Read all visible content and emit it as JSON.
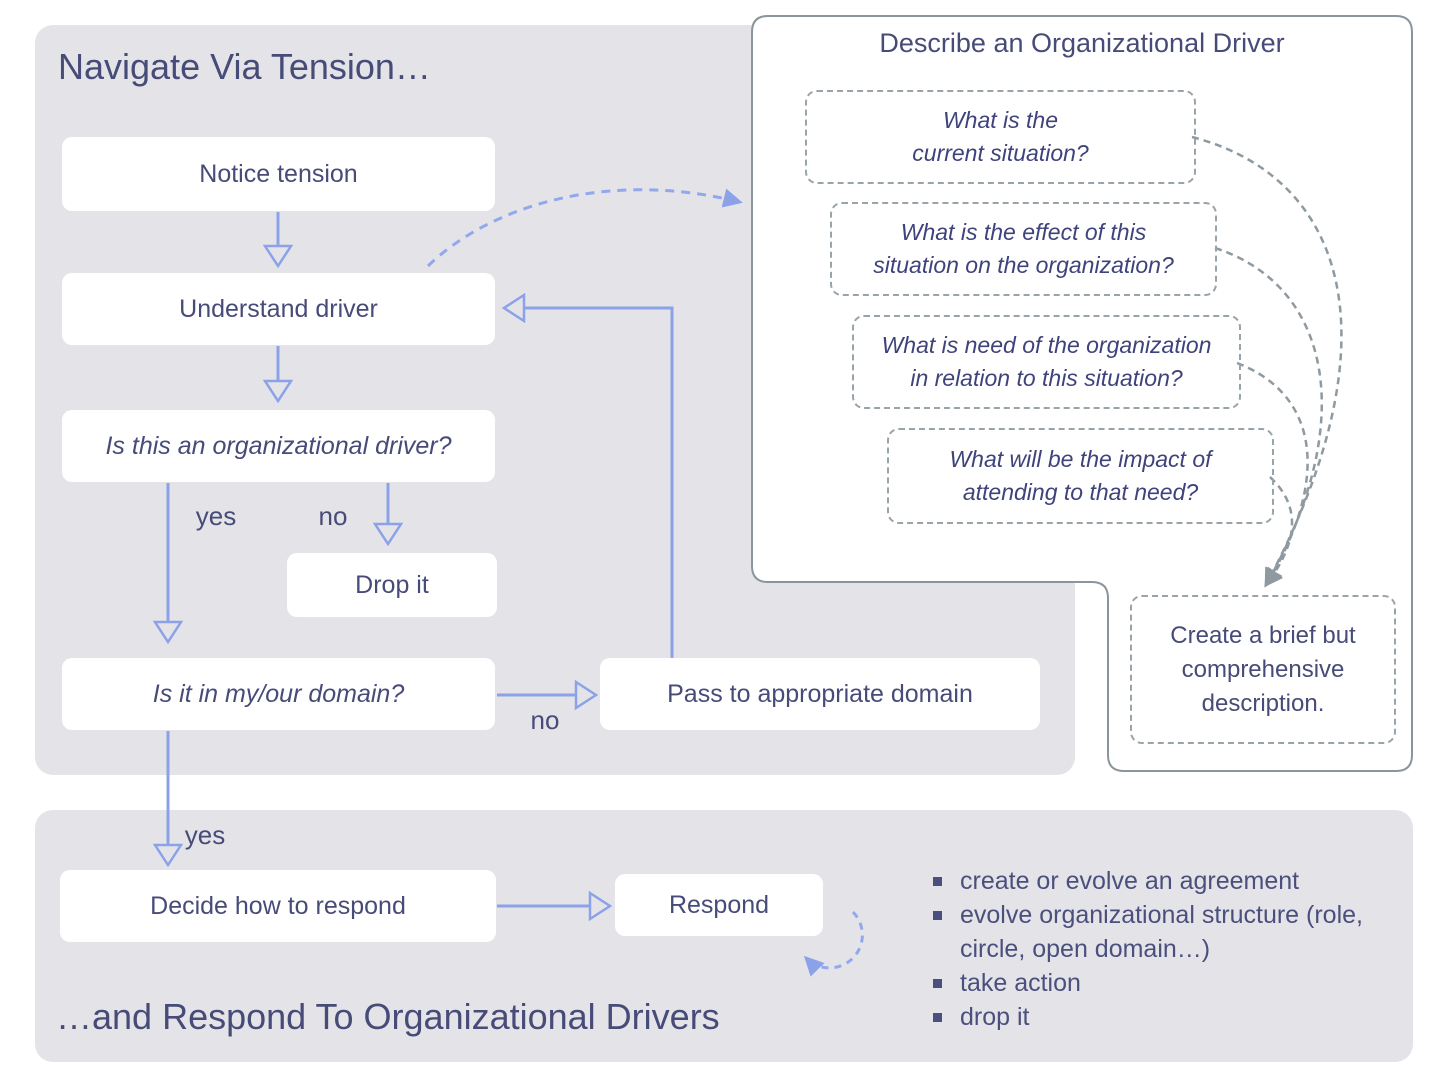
{
  "colors": {
    "ink": "#474b78",
    "arrow_blue": "#8ba2e9",
    "dashed_blue": "#92a8ee",
    "panel_gray": "#e4e4e8",
    "line_gray": "#8e99a0",
    "box_white": "#ffffff"
  },
  "nav_panel": {
    "title": "Navigate Via Tension…",
    "nodes": {
      "notice": "Notice tension",
      "understand": "Understand driver",
      "is_org_driver": "Is this an organizational driver?",
      "drop_it": "Drop it",
      "in_domain": "Is it in my/our domain?",
      "pass_domain": "Pass to appropriate domain"
    },
    "labels": {
      "yes_org": "yes",
      "no_org": "no",
      "no_domain": "no",
      "yes_domain": "yes"
    }
  },
  "describe_panel": {
    "title": "Describe an Organizational Driver",
    "questions": [
      "What is the\ncurrent situation?",
      "What is the effect of this\nsituation on the organization?",
      "What is need of the organization\nin relation to this situation?",
      "What will be the impact of\nattending to that need?"
    ],
    "note": "Create a brief but\ncomprehensive\ndescription."
  },
  "respond_panel": {
    "title": "…and Respond To Organizational Drivers",
    "nodes": {
      "decide": "Decide how to respond",
      "respond": "Respond"
    },
    "bullets": [
      "create or evolve an agreement",
      "evolve organizational structure (role, circle, open domain…)",
      "take action",
      "drop it"
    ]
  }
}
